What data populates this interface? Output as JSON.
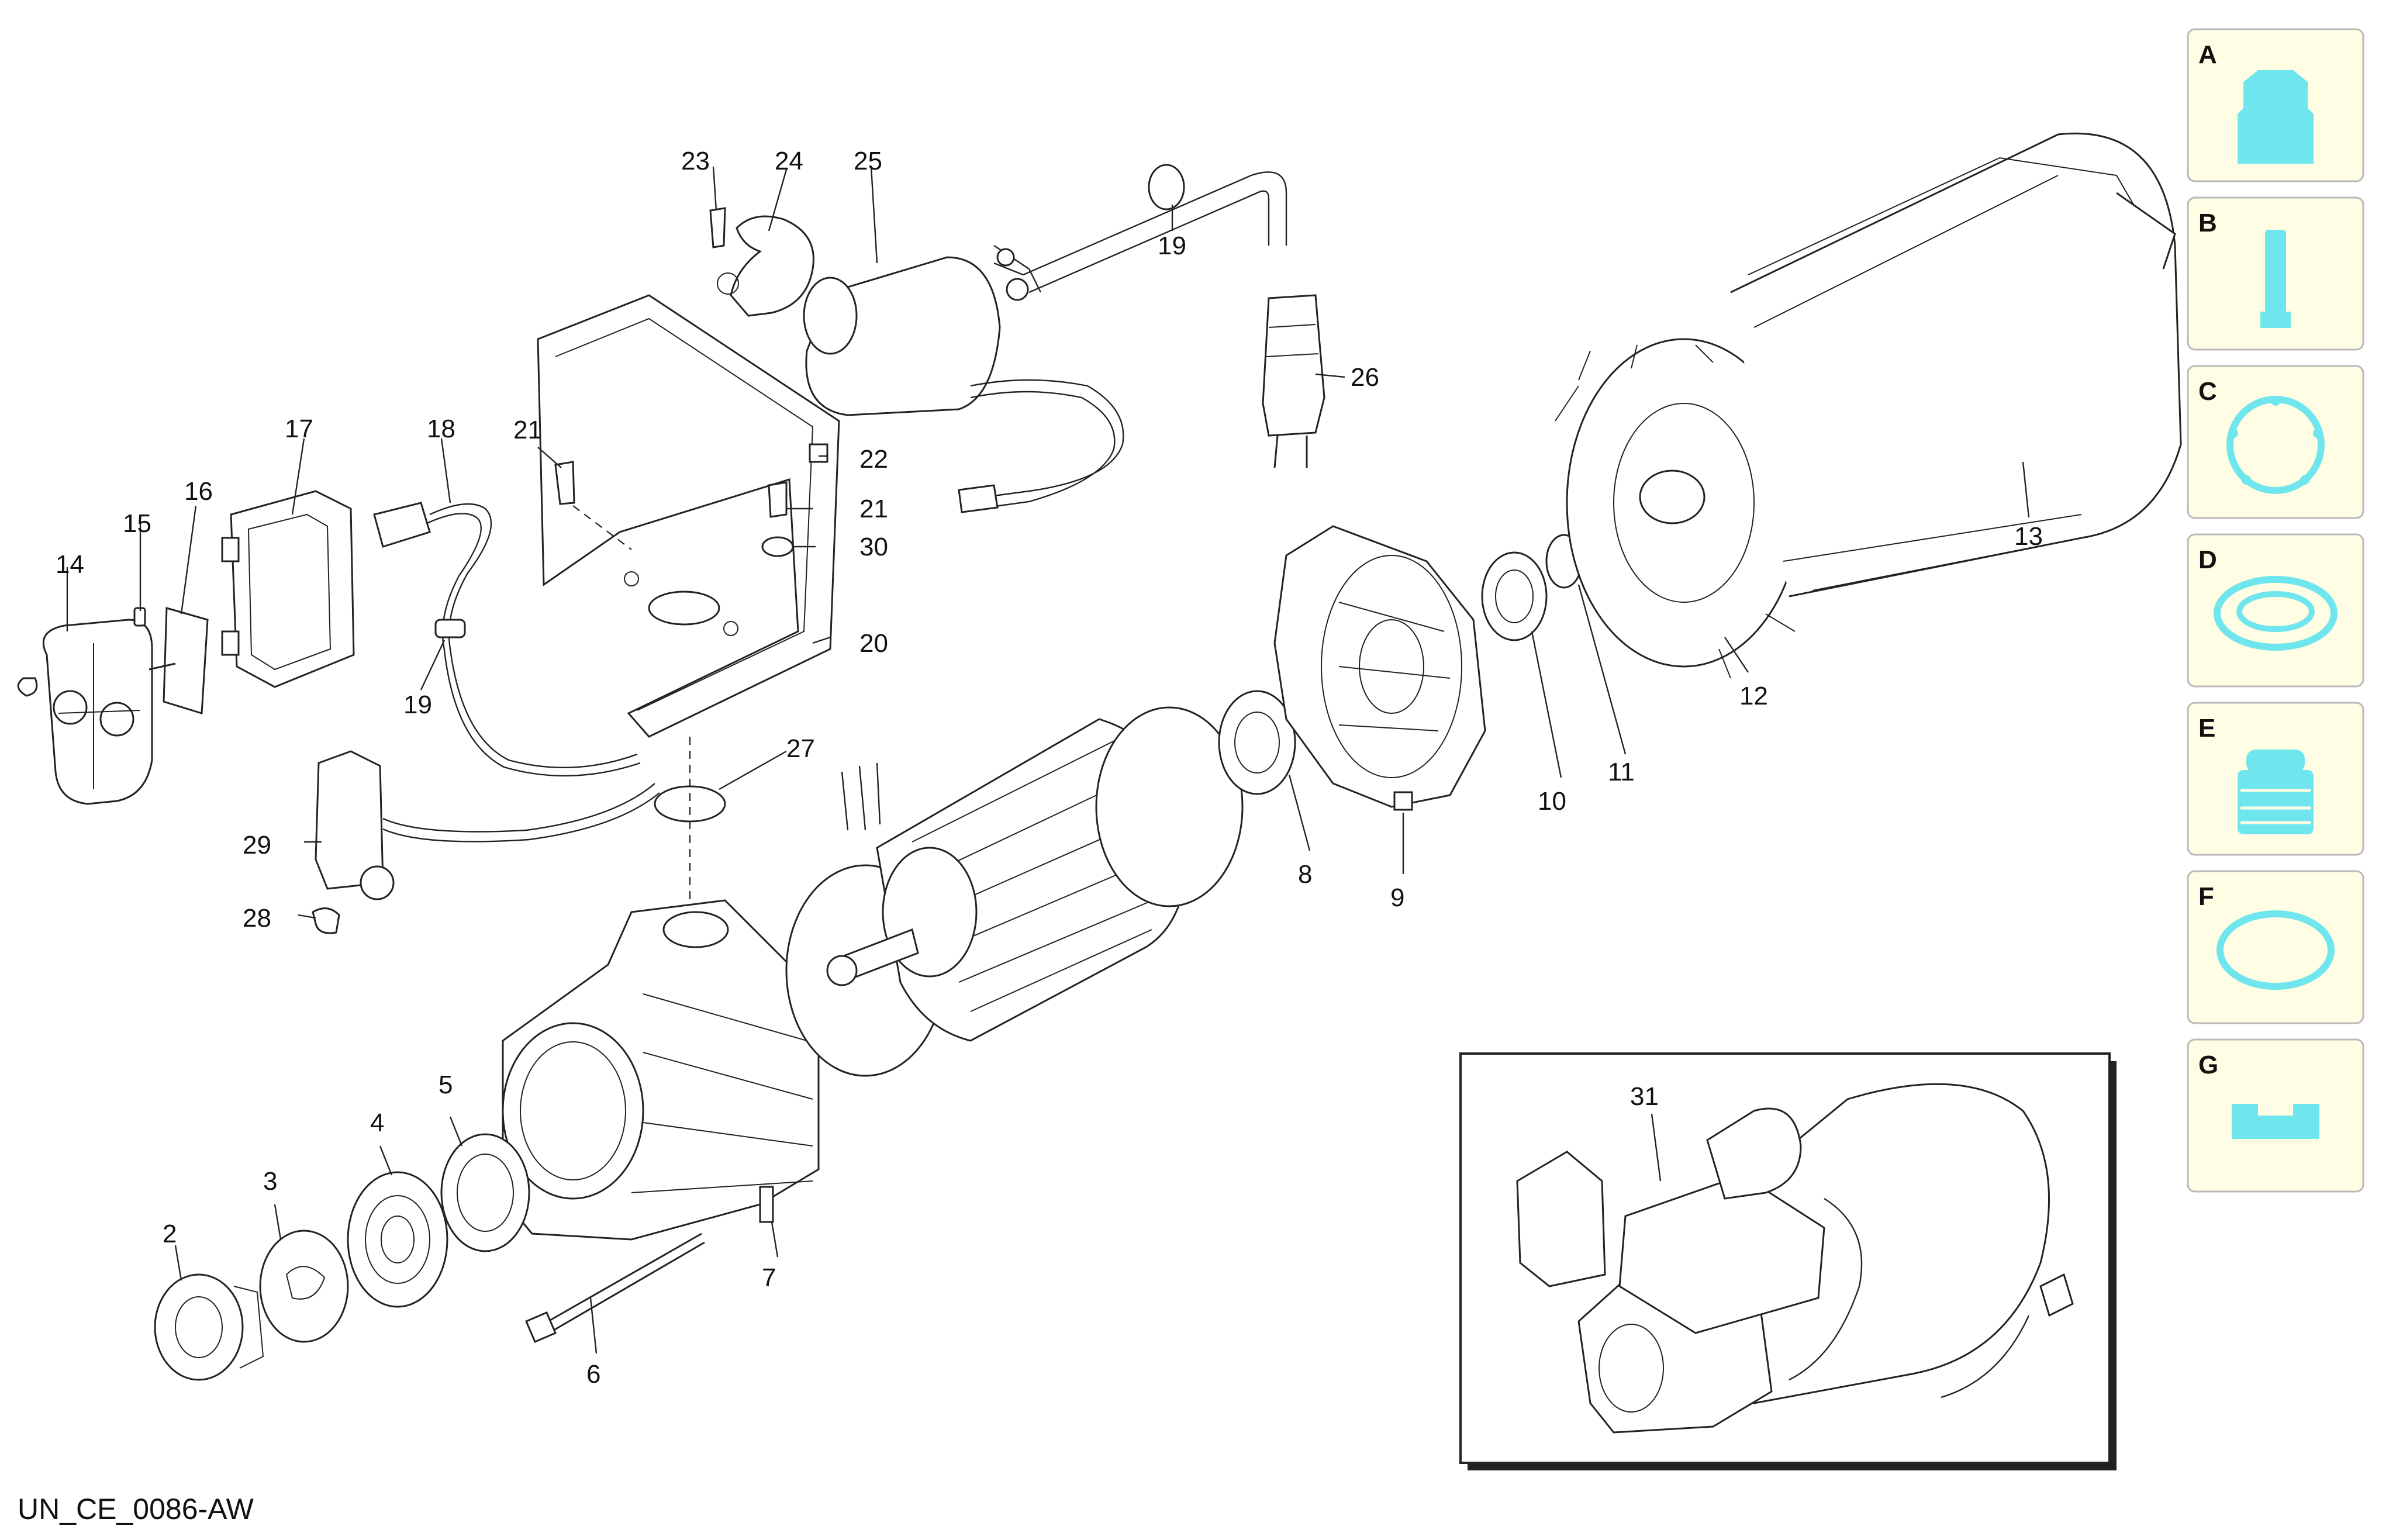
{
  "diagram": {
    "callouts": [
      "2",
      "3",
      "4",
      "5",
      "6",
      "7",
      "8",
      "9",
      "10",
      "11",
      "12",
      "13",
      "14",
      "15",
      "16",
      "17",
      "18",
      "19",
      "19",
      "20",
      "21",
      "21",
      "22",
      "23",
      "24",
      "25",
      "26",
      "27",
      "28",
      "29",
      "30",
      "31"
    ],
    "inset_label": "31",
    "footer_code": "UN_CE_0086-AW"
  },
  "legend": [
    {
      "letter": "A",
      "icon": "fitting-icon"
    },
    {
      "letter": "B",
      "icon": "screw-icon"
    },
    {
      "letter": "C",
      "icon": "ring-icon"
    },
    {
      "letter": "D",
      "icon": "seal-icon"
    },
    {
      "letter": "E",
      "icon": "bellows-icon"
    },
    {
      "letter": "F",
      "icon": "o-ring-icon"
    },
    {
      "letter": "G",
      "icon": "gasket-icon"
    }
  ]
}
